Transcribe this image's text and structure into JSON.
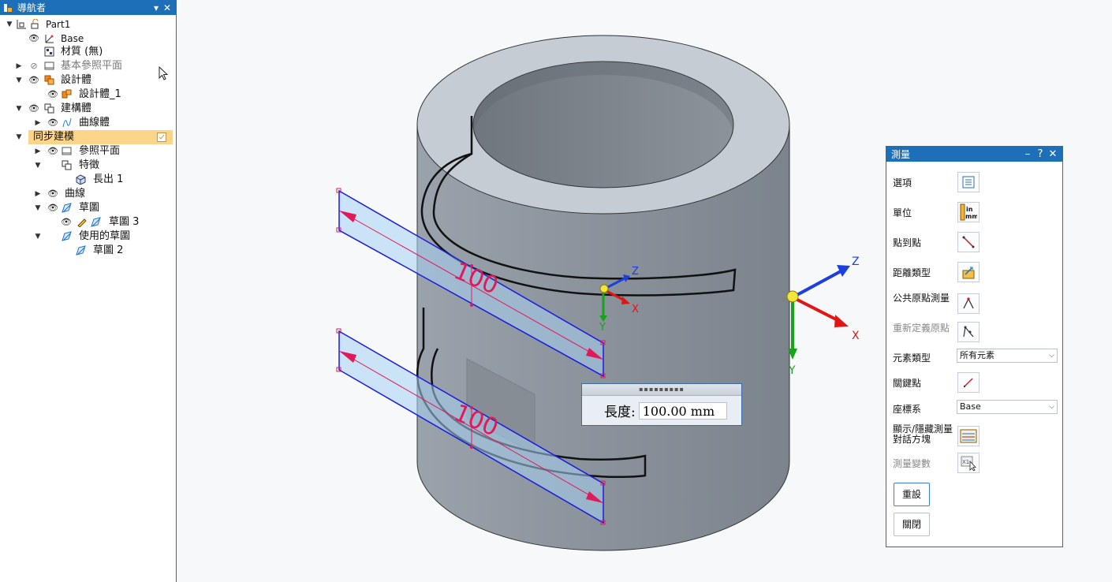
{
  "navigator": {
    "title": "導航者",
    "items": [
      {
        "label": "Part1"
      },
      {
        "label": "Base"
      },
      {
        "label": "材質 (無)"
      },
      {
        "label": "基本參照平面"
      },
      {
        "label": "設計體"
      },
      {
        "label": "設計體_1"
      },
      {
        "label": "建構體"
      },
      {
        "label": "曲線體"
      },
      {
        "label": "同步建模"
      },
      {
        "label": "參照平面"
      },
      {
        "label": "特徵"
      },
      {
        "label": "長出 1"
      },
      {
        "label": "曲線"
      },
      {
        "label": "草圖"
      },
      {
        "label": "草圖 3"
      },
      {
        "label": "使用的草圖"
      },
      {
        "label": "草圖 2"
      }
    ]
  },
  "viewport": {
    "dim_upper": "100",
    "dim_lower": "100",
    "axis_small": {
      "x": "X",
      "y": "Y",
      "z": "Z"
    },
    "axis_large": {
      "x": "X",
      "y": "Y",
      "z": "Z"
    },
    "colors": {
      "sketch_blue": "#1a1adf",
      "dim_red": "#e0195a",
      "axis_red": "#e01515",
      "axis_green": "#17a317",
      "axis_blue": "#1c3fe0"
    }
  },
  "length_box": {
    "label": "長度:",
    "value": "100.00 mm"
  },
  "measure": {
    "title": "測量",
    "rows": {
      "options": "選項",
      "units": "單位",
      "point_to_point": "點到點",
      "distance_type": "距離類型",
      "common_origin": "公共原點測量",
      "redefine_origin": "重新定義原點",
      "element_type": "元素類型",
      "element_type_value": "所有元素",
      "key_point": "關鍵點",
      "coord_system": "座標系",
      "coord_system_value": "Base",
      "show_hide": "顯示/隱藏測量對話方塊",
      "measure_variables": "測量變數"
    },
    "buttons": {
      "reset": "重設",
      "close": "關閉"
    }
  }
}
